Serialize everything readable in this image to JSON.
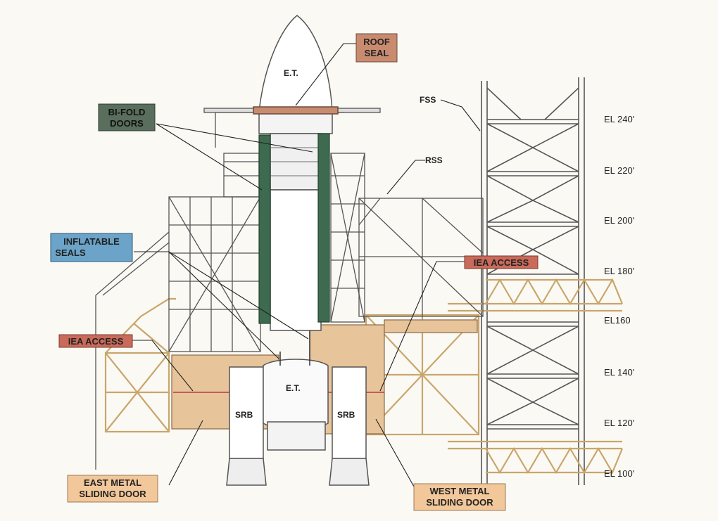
{
  "colors": {
    "roof_seal_box": "#c98b70",
    "bifold_box": "#5a6e5e",
    "inflatable_box": "#6ba3c9",
    "iea_box": "#c96a5a",
    "door_box": "#f2c79a",
    "tan_fill": "#e8c49a",
    "green_door": "#3e6b4f",
    "structure": "#555555",
    "truss": "#c9a66b"
  },
  "labels": {
    "roof_seal": [
      "ROOF",
      "SEAL"
    ],
    "bifold_doors": [
      "BI-FOLD",
      "DOORS"
    ],
    "inflatable_seals": [
      "INFLATABLE",
      "SEALS"
    ],
    "iea_access_left": "IEA ACCESS",
    "iea_access_right": "IEA ACCESS",
    "east_door": [
      "EAST METAL",
      "SLIDING DOOR"
    ],
    "west_door": [
      "WEST METAL",
      "SLIDING DOOR"
    ],
    "fss": "FSS",
    "rss": "RSS",
    "et_top": "E.T.",
    "et_bottom": "E.T.",
    "srb_left": "SRB",
    "srb_right": "SRB"
  },
  "elevations": [
    "EL 240'",
    "EL 220'",
    "EL 200'",
    "EL 180'",
    "EL160",
    "EL 140'",
    "EL 120'",
    "EL 100'"
  ]
}
